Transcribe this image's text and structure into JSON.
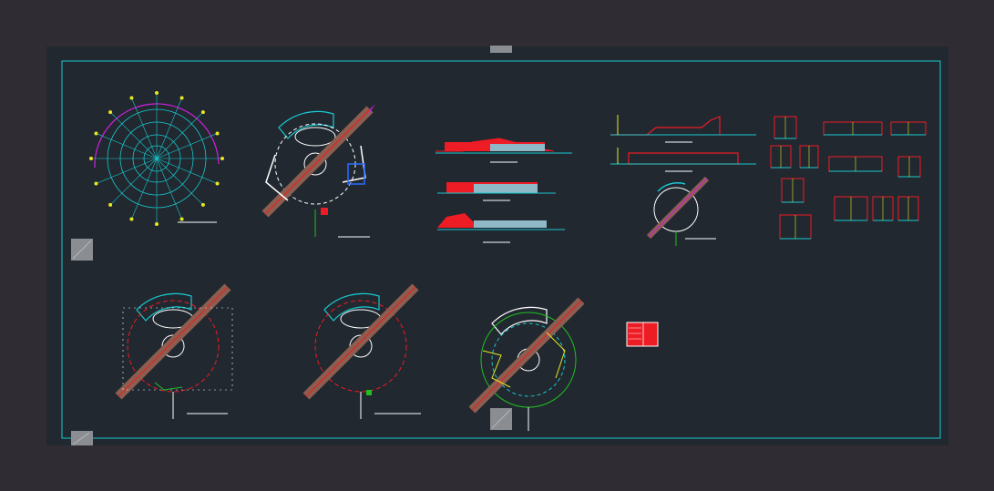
{
  "app": {
    "canvas_background": "#212830",
    "frame_color": "#19c9cf",
    "accent_colors": {
      "cyan": "#19c9cf",
      "red": "#ee1c24",
      "magenta": "#d020e0",
      "yellow": "#e8e820",
      "green": "#20c020",
      "white": "#ffffff",
      "brown": "#8b5e50"
    }
  },
  "viewport": {
    "controls": [
      {
        "name": "viewport-handle-top",
        "icon": "grip-icon"
      },
      {
        "name": "viewport-tile-top-left",
        "icon": "hatch-tile-icon"
      },
      {
        "name": "viewport-tile-bottom-left",
        "icon": "hatch-tile-icon"
      },
      {
        "name": "viewport-tile-bottom-center",
        "icon": "hatch-tile-icon"
      }
    ]
  }
}
